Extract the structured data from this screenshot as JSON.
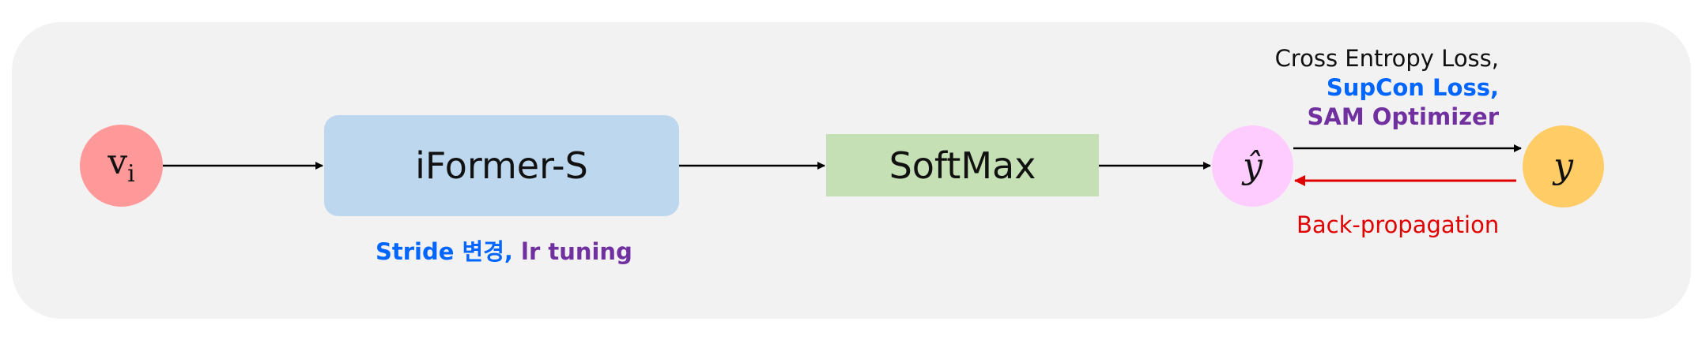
{
  "diagram": {
    "input_node": {
      "symbol": "v",
      "subscript": "i"
    },
    "model_box": {
      "label": "iFormer-S"
    },
    "model_caption": {
      "part1": "Stride 변경, ",
      "part2": "lr tuning"
    },
    "softmax_box": {
      "label": "SoftMax"
    },
    "prediction_node": {
      "symbol": "ŷ"
    },
    "target_node": {
      "symbol": "y"
    },
    "loss_label": {
      "line1": "Cross Entropy Loss,",
      "line2": "SupCon Loss,",
      "line3": "SAM Optimizer"
    },
    "backprop_label": {
      "text": "Back-propagation"
    }
  },
  "colors": {
    "panel": "#f2f2f2",
    "input_node": "#ff9999",
    "model_box": "#bdd7ee",
    "softmax_box": "#c5e0b4",
    "prediction_node": "#ffccff",
    "target_node": "#ffcc66",
    "blue_text": "#0066ff",
    "purple_text": "#7030a0",
    "backprop": "#e00000",
    "arrow": "#000000"
  }
}
